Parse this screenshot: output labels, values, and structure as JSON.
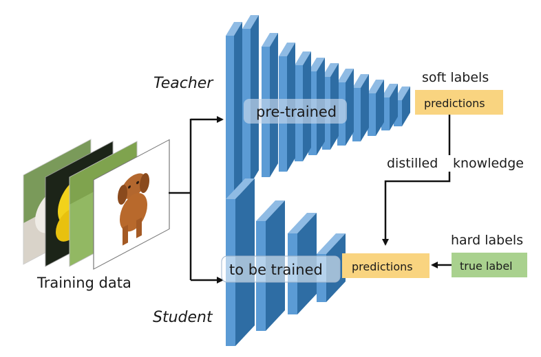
{
  "labels": {
    "teacher": "Teacher",
    "student": "Student",
    "training_data": "Training data",
    "pre_trained": "pre-trained",
    "to_be_trained": "to be trained",
    "soft_labels": "soft labels",
    "hard_labels": "hard labels",
    "teacher_predictions": "predictions",
    "student_predictions": "predictions",
    "true_label": "true label",
    "distilled": "distilled",
    "knowledge": "knowledge"
  },
  "colors": {
    "layer_front": "#5b9bd5",
    "layer_side": "#2e6da4",
    "layer_top": "#8fbbe4",
    "prediction_box": "#f9d480",
    "true_label_box": "#a9d18e",
    "arrow": "#111111"
  }
}
